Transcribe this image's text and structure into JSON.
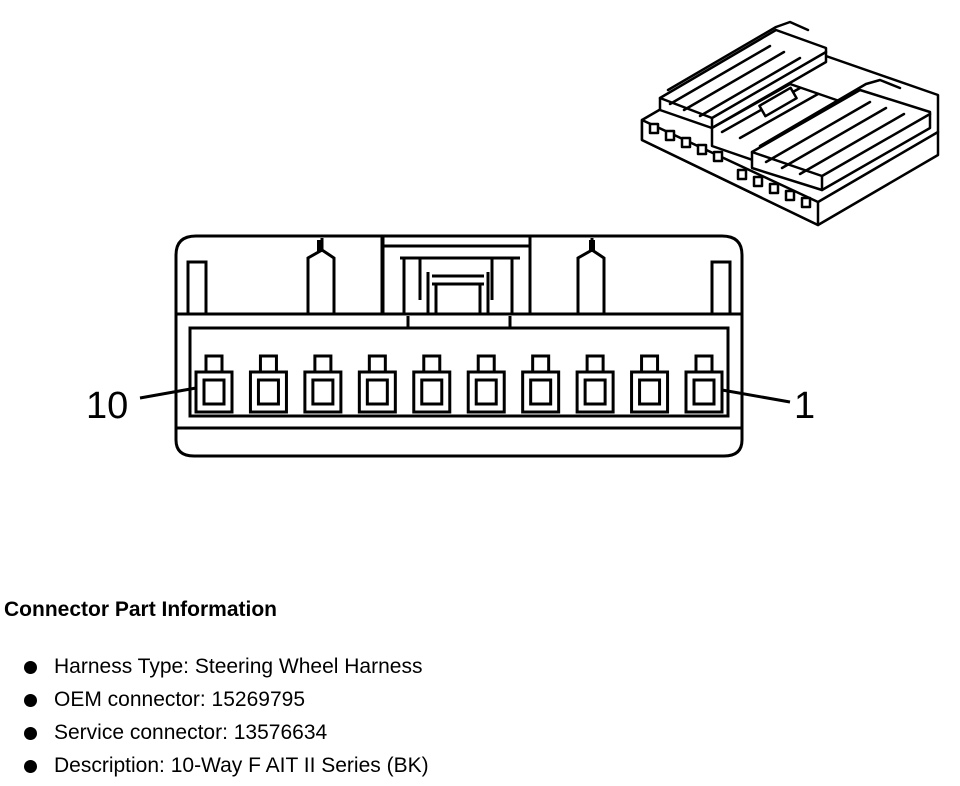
{
  "pin_labels": {
    "left": "10",
    "right": "1"
  },
  "pin_count": 10,
  "info": {
    "title": "Connector Part Information",
    "items": [
      {
        "label": "Harness Type",
        "value": "Steering Wheel Harness",
        "text": "Harness Type: Steering Wheel Harness"
      },
      {
        "label": "OEM connector",
        "value": "15269795",
        "text": "OEM connector: 15269795"
      },
      {
        "label": "Service connector",
        "value": "13576634",
        "text": "Service connector: 13576634"
      },
      {
        "label": "Description",
        "value": "10-Way F AIT II Series (BK)",
        "text": "Description: 10-Way F AIT II Series (BK)"
      }
    ]
  }
}
